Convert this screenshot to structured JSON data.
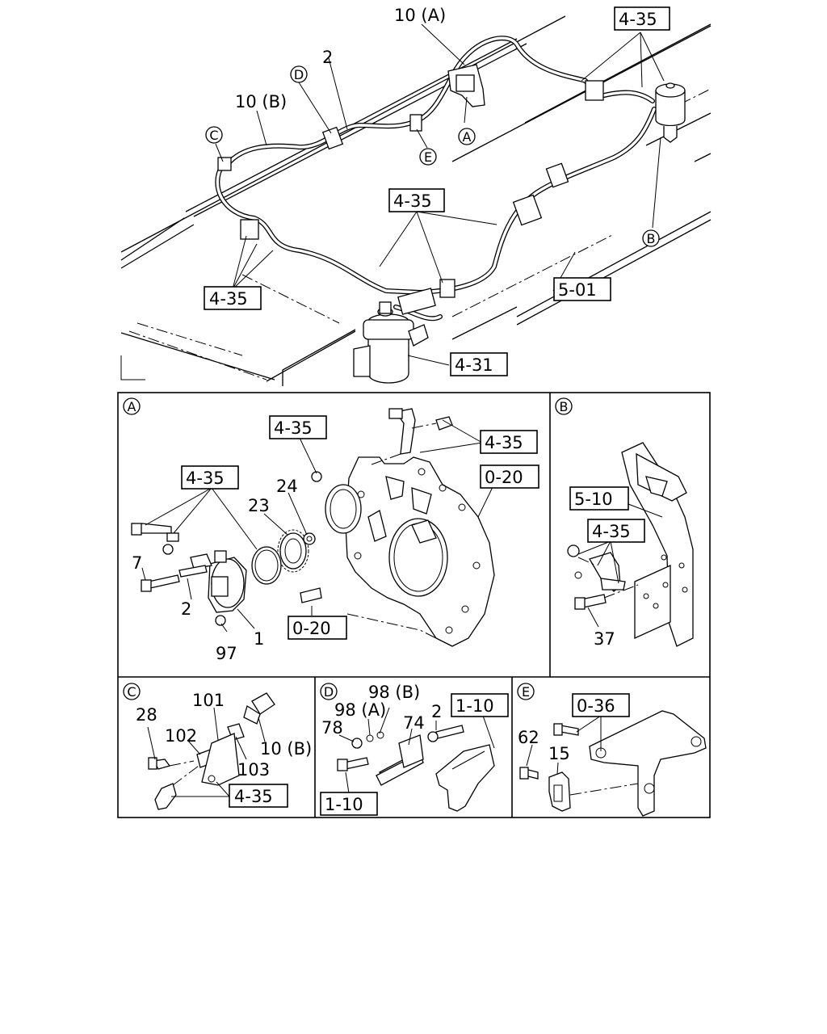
{
  "top_view": {
    "labels": {
      "pipe_10a": "10 (A)",
      "pipe_10b": "10 (B)",
      "part_2": "2",
      "ref_a_435": "4-35",
      "ref_b_435": "4-35",
      "ref_c_435": "4-35",
      "ref_501": "5-01",
      "ref_431": "4-31"
    },
    "callouts": {
      "a": "A",
      "b": "B",
      "c": "C",
      "d": "D",
      "e": "E"
    }
  },
  "panel_a": {
    "tag": "A",
    "refs": {
      "r1": "4-35",
      "r2": "4-35",
      "r3": "4-35",
      "r4": "0-20",
      "r5": "0-20"
    },
    "parts": {
      "p24": "24",
      "p23": "23",
      "p7": "7",
      "p2": "2",
      "p1": "1",
      "p97": "97"
    }
  },
  "panel_b": {
    "tag": "B",
    "refs": {
      "r1": "5-10",
      "r2": "4-35"
    },
    "parts": {
      "p37": "37"
    }
  },
  "panel_c": {
    "tag": "C",
    "refs": {
      "r1": "4-35"
    },
    "parts": {
      "p101": "101",
      "p28": "28",
      "p102": "102",
      "p103": "103",
      "p10b": "10 (B)"
    }
  },
  "panel_d": {
    "tag": "D",
    "refs": {
      "r1": "1-10",
      "r2": "1-10"
    },
    "parts": {
      "p98b": "98 (B)",
      "p98a": "98 (A)",
      "p78": "78",
      "p74": "74",
      "p2": "2"
    }
  },
  "panel_e": {
    "tag": "E",
    "refs": {
      "r1": "0-36"
    },
    "parts": {
      "p62": "62",
      "p15": "15"
    }
  }
}
